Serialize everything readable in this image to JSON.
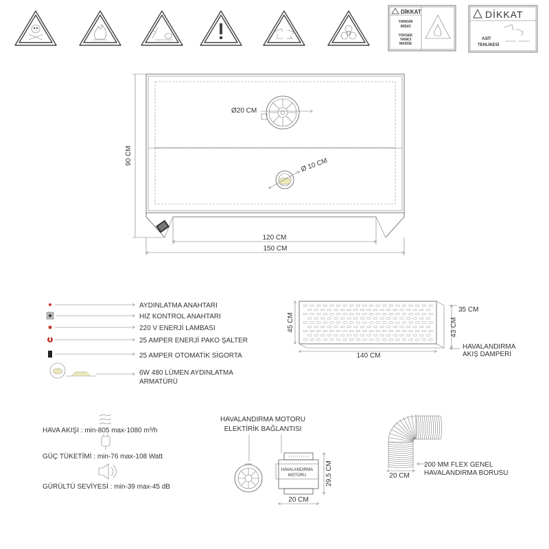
{
  "warning_signs": [
    {
      "icon": "skull-crossbones-icon"
    },
    {
      "icon": "flammable-icon"
    },
    {
      "icon": "environment-hazard-icon"
    },
    {
      "icon": "exclamation-icon"
    },
    {
      "icon": "corrosive-icon"
    },
    {
      "icon": "biohazard-icon"
    }
  ],
  "label_fire": {
    "header": "DİKKAT",
    "line1": "YANGIN",
    "line2": "RİSKİ",
    "line3": "YÜKSEK",
    "line4": "YANICI",
    "line5": "MADDE"
  },
  "label_acid": {
    "header": "DİKKAT",
    "line1": "ASİT",
    "line2": "TEHLİKESİ"
  },
  "cabinet": {
    "dim_fan": "Ø20 CM",
    "dim_light": "Ø 10 CM",
    "dim_height": "90 CM",
    "dim_inner_width": "120 CM",
    "dim_outer_width": "150 CM"
  },
  "legend": [
    {
      "label": "AYDINLATMA ANAHTARI",
      "icon": "red-dot-icon"
    },
    {
      "label": "HIZ KONTROL ANAHTARI",
      "icon": "speed-knob-icon"
    },
    {
      "label": "220 V ENERJİ LAMBASI",
      "icon": "red-dot-icon"
    },
    {
      "label": "25 AMPER ENERJİ PAKO ŞALTER",
      "icon": "pako-switch-icon"
    },
    {
      "label": "25 AMPER OTOMATİK SİGORTA",
      "icon": "fuse-icon"
    },
    {
      "label": "6W 480 LÜMEN AYDINLATMA",
      "label2": "ARMATÜRÜ",
      "icon": "light-fixture-icon"
    }
  ],
  "damper": {
    "dim_height": "45 CM",
    "dim_width": "140 CM",
    "dim_depth": "35 CM",
    "dim_side": "43 CM",
    "label1": "HAVALANDIRMA",
    "label2": "AKIŞ DAMPERİ"
  },
  "specs": [
    {
      "label": "HAVA AKIŞI : min-805 max-1080 m³/h",
      "icon": "airflow-icon"
    },
    {
      "label": "GÜÇ TÜKETİMİ : min-76 max-108 Watt",
      "icon": "plug-icon"
    },
    {
      "label": "GÜRÜLTÜ SEVİYESİ : min-39 max-45 dB",
      "icon": "speaker-icon"
    }
  ],
  "motor": {
    "title1": "HAVALANDIRMA MOTORU",
    "title2": "ELEKTİRİK BAĞLANTISI",
    "box1": "HAVALANDIRMA",
    "box2": "MOTORU",
    "dim_height": "29,5 CM",
    "dim_width": "20 CM"
  },
  "flex": {
    "label1": "200 MM FLEX GENEL",
    "label2": "HAVALANDIRMA BORUSU",
    "dim": "20 CM"
  }
}
